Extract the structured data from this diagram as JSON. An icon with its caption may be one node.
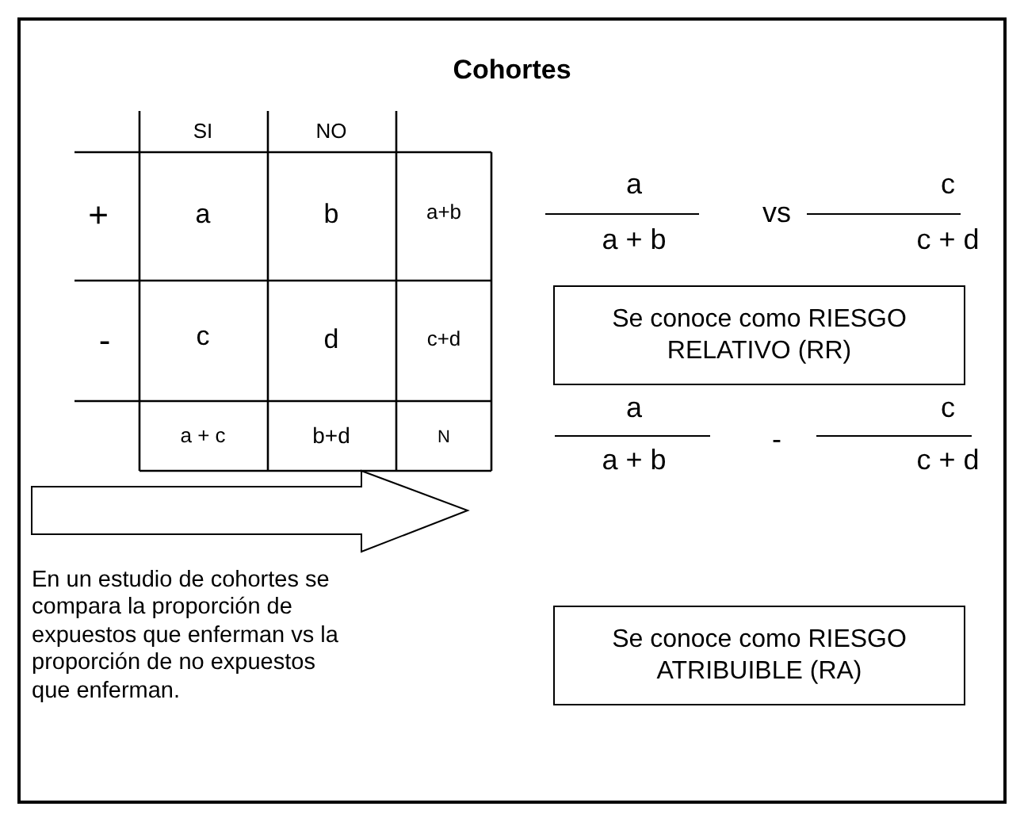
{
  "diagram": {
    "title": "Cohortes",
    "nodes": [
      {
        "text": [
          "Se conoce como RIESGO RELATIVO (RR)"
        ]
      },
      {
        "text": [
          "Se conoce como RIESGO ATRIBUIBLE (RA)"
        ]
      }
    ],
    "labels": [
      "SI",
      "NO",
      "+",
      "a",
      "b",
      "a+b",
      "-",
      "c",
      "d",
      "c+d",
      "a + c",
      "b+d",
      "N",
      "a",
      "a + b",
      "vs",
      "c",
      "c + d",
      "a",
      "a + b",
      "-",
      "c",
      "c + d",
      "En un estudio de cohortes se compara la proporción de expuestos que enferman vs la proporción de no expuestos que enferman."
    ]
  }
}
